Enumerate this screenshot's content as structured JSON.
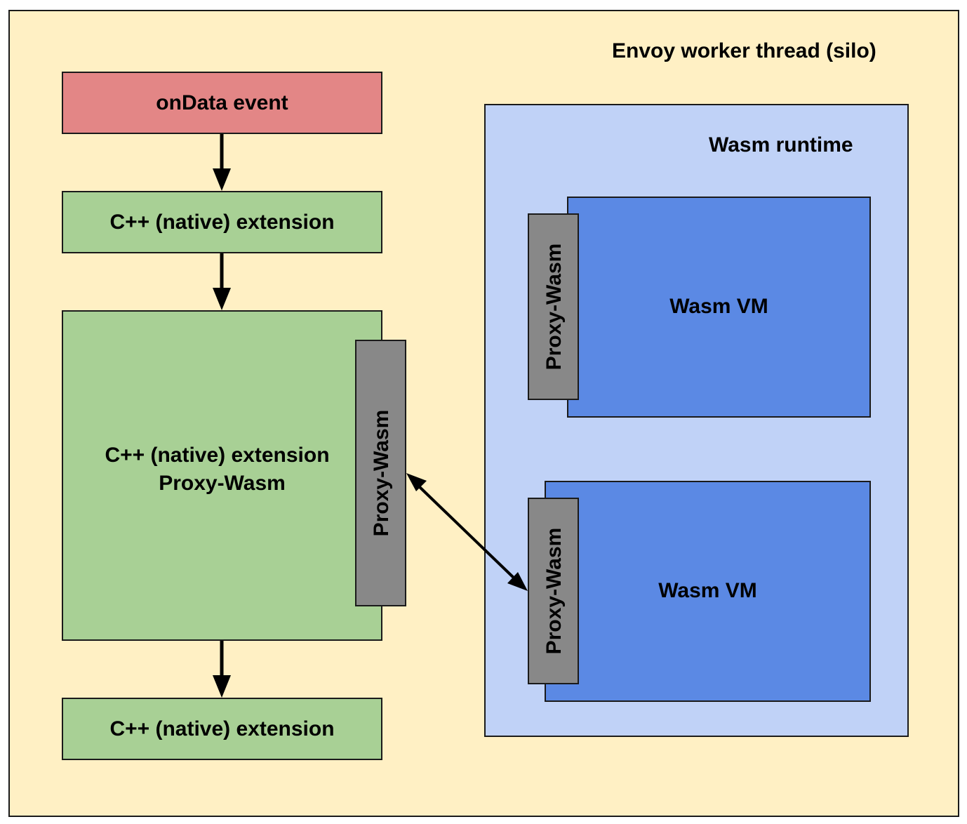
{
  "silo": {
    "title": "Envoy worker thread (silo)"
  },
  "event": {
    "label": "onData event"
  },
  "extensions": {
    "first": "C++ (native) extension",
    "middle_line1": "C++ (native) extension",
    "middle_line2": "Proxy-Wasm",
    "middle_tab": "Proxy-Wasm",
    "last": "C++ (native) extension"
  },
  "runtime": {
    "title": "Wasm runtime",
    "vms": [
      {
        "label": "Wasm VM",
        "tab": "Proxy-Wasm"
      },
      {
        "label": "Wasm VM",
        "tab": "Proxy-Wasm"
      }
    ]
  },
  "colors": {
    "silo": "#fff0c4",
    "event": "#e38686",
    "extension": "#a8d095",
    "runtime": "#c0d2f7",
    "vm": "#5b89e4",
    "proxy_wasm": "#888888"
  }
}
